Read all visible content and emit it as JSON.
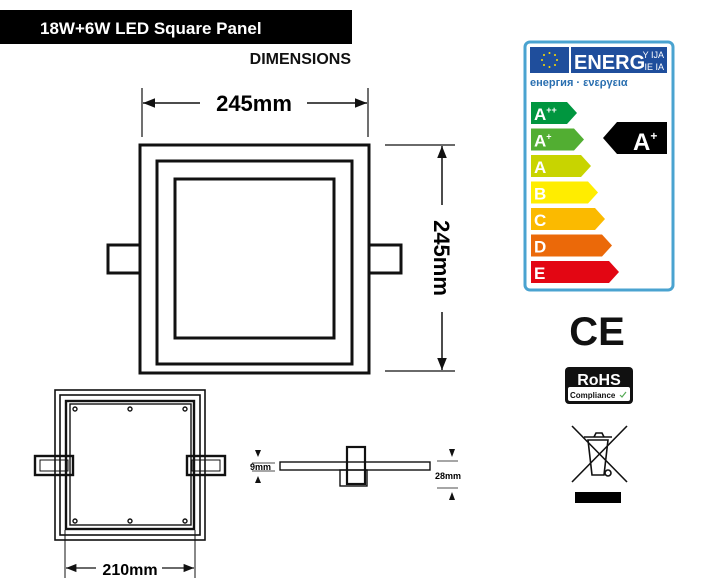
{
  "header": {
    "title": "18W+6W LED Square Panel",
    "subtitle": "DIMENSIONS"
  },
  "front_view": {
    "width_label": "245mm",
    "height_label": "245mm"
  },
  "back_view": {
    "width_label": "210mm"
  },
  "side_view": {
    "panel_thickness_label": "9mm",
    "total_depth_label": "28mm"
  },
  "energy_label": {
    "header": "ENERG",
    "header_suffix_1": "Y IJA",
    "header_suffix_2": "IE IA",
    "subtitle": "енергия · ενεργεια",
    "classes": [
      {
        "label": "A",
        "sup": "++",
        "color": "#00963f"
      },
      {
        "label": "A",
        "sup": "+",
        "color": "#52ae32"
      },
      {
        "label": "A",
        "sup": "",
        "color": "#c8d400"
      },
      {
        "label": "B",
        "sup": "",
        "color": "#ffed00"
      },
      {
        "label": "C",
        "sup": "",
        "color": "#fbba00"
      },
      {
        "label": "D",
        "sup": "",
        "color": "#eb6909"
      },
      {
        "label": "E",
        "sup": "",
        "color": "#e30613"
      }
    ],
    "rating": {
      "label": "A",
      "sup": "+"
    },
    "border_color": "#4aa3d0",
    "brand_blue": "#1f4e9c"
  },
  "certifications": {
    "ce": "CE",
    "rohs_title": "RoHS",
    "rohs_sub": "Compliance",
    "weee_icon": "crossed-out-wheelie-bin-icon"
  }
}
